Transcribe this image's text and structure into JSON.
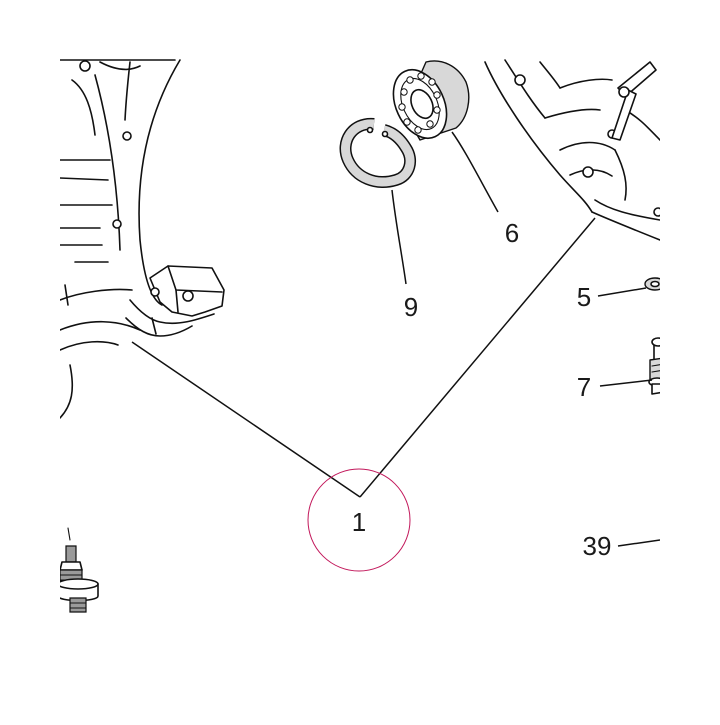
{
  "diagram": {
    "callouts": [
      {
        "id": "c1",
        "label": "1"
      },
      {
        "id": "c5",
        "label": "5"
      },
      {
        "id": "c6",
        "label": "6"
      },
      {
        "id": "c7",
        "label": "7"
      },
      {
        "id": "c9",
        "label": "9"
      },
      {
        "id": "c39",
        "label": "39"
      }
    ],
    "highlight_color": "#c2185b",
    "line_color": "#111111"
  }
}
